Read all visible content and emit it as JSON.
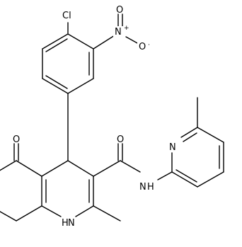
{
  "molecule": {
    "atom_labels": {
      "chlorine": "Cl",
      "nitro_nitrogen": "N",
      "nitro_nitrogen_charge": "+",
      "nitro_oxygen_top": "O",
      "nitro_oxygen_right": "O",
      "nitro_oxygen_right_radical": "·",
      "ketone_oxygen": "O",
      "amide_oxygen": "O",
      "amide_nitrogen": "N",
      "amide_hydrogen": "H",
      "pyridine_nitrogen": "N",
      "ring_nitrogen_hydrogen": "H",
      "ring_nitrogen": "N"
    }
  }
}
